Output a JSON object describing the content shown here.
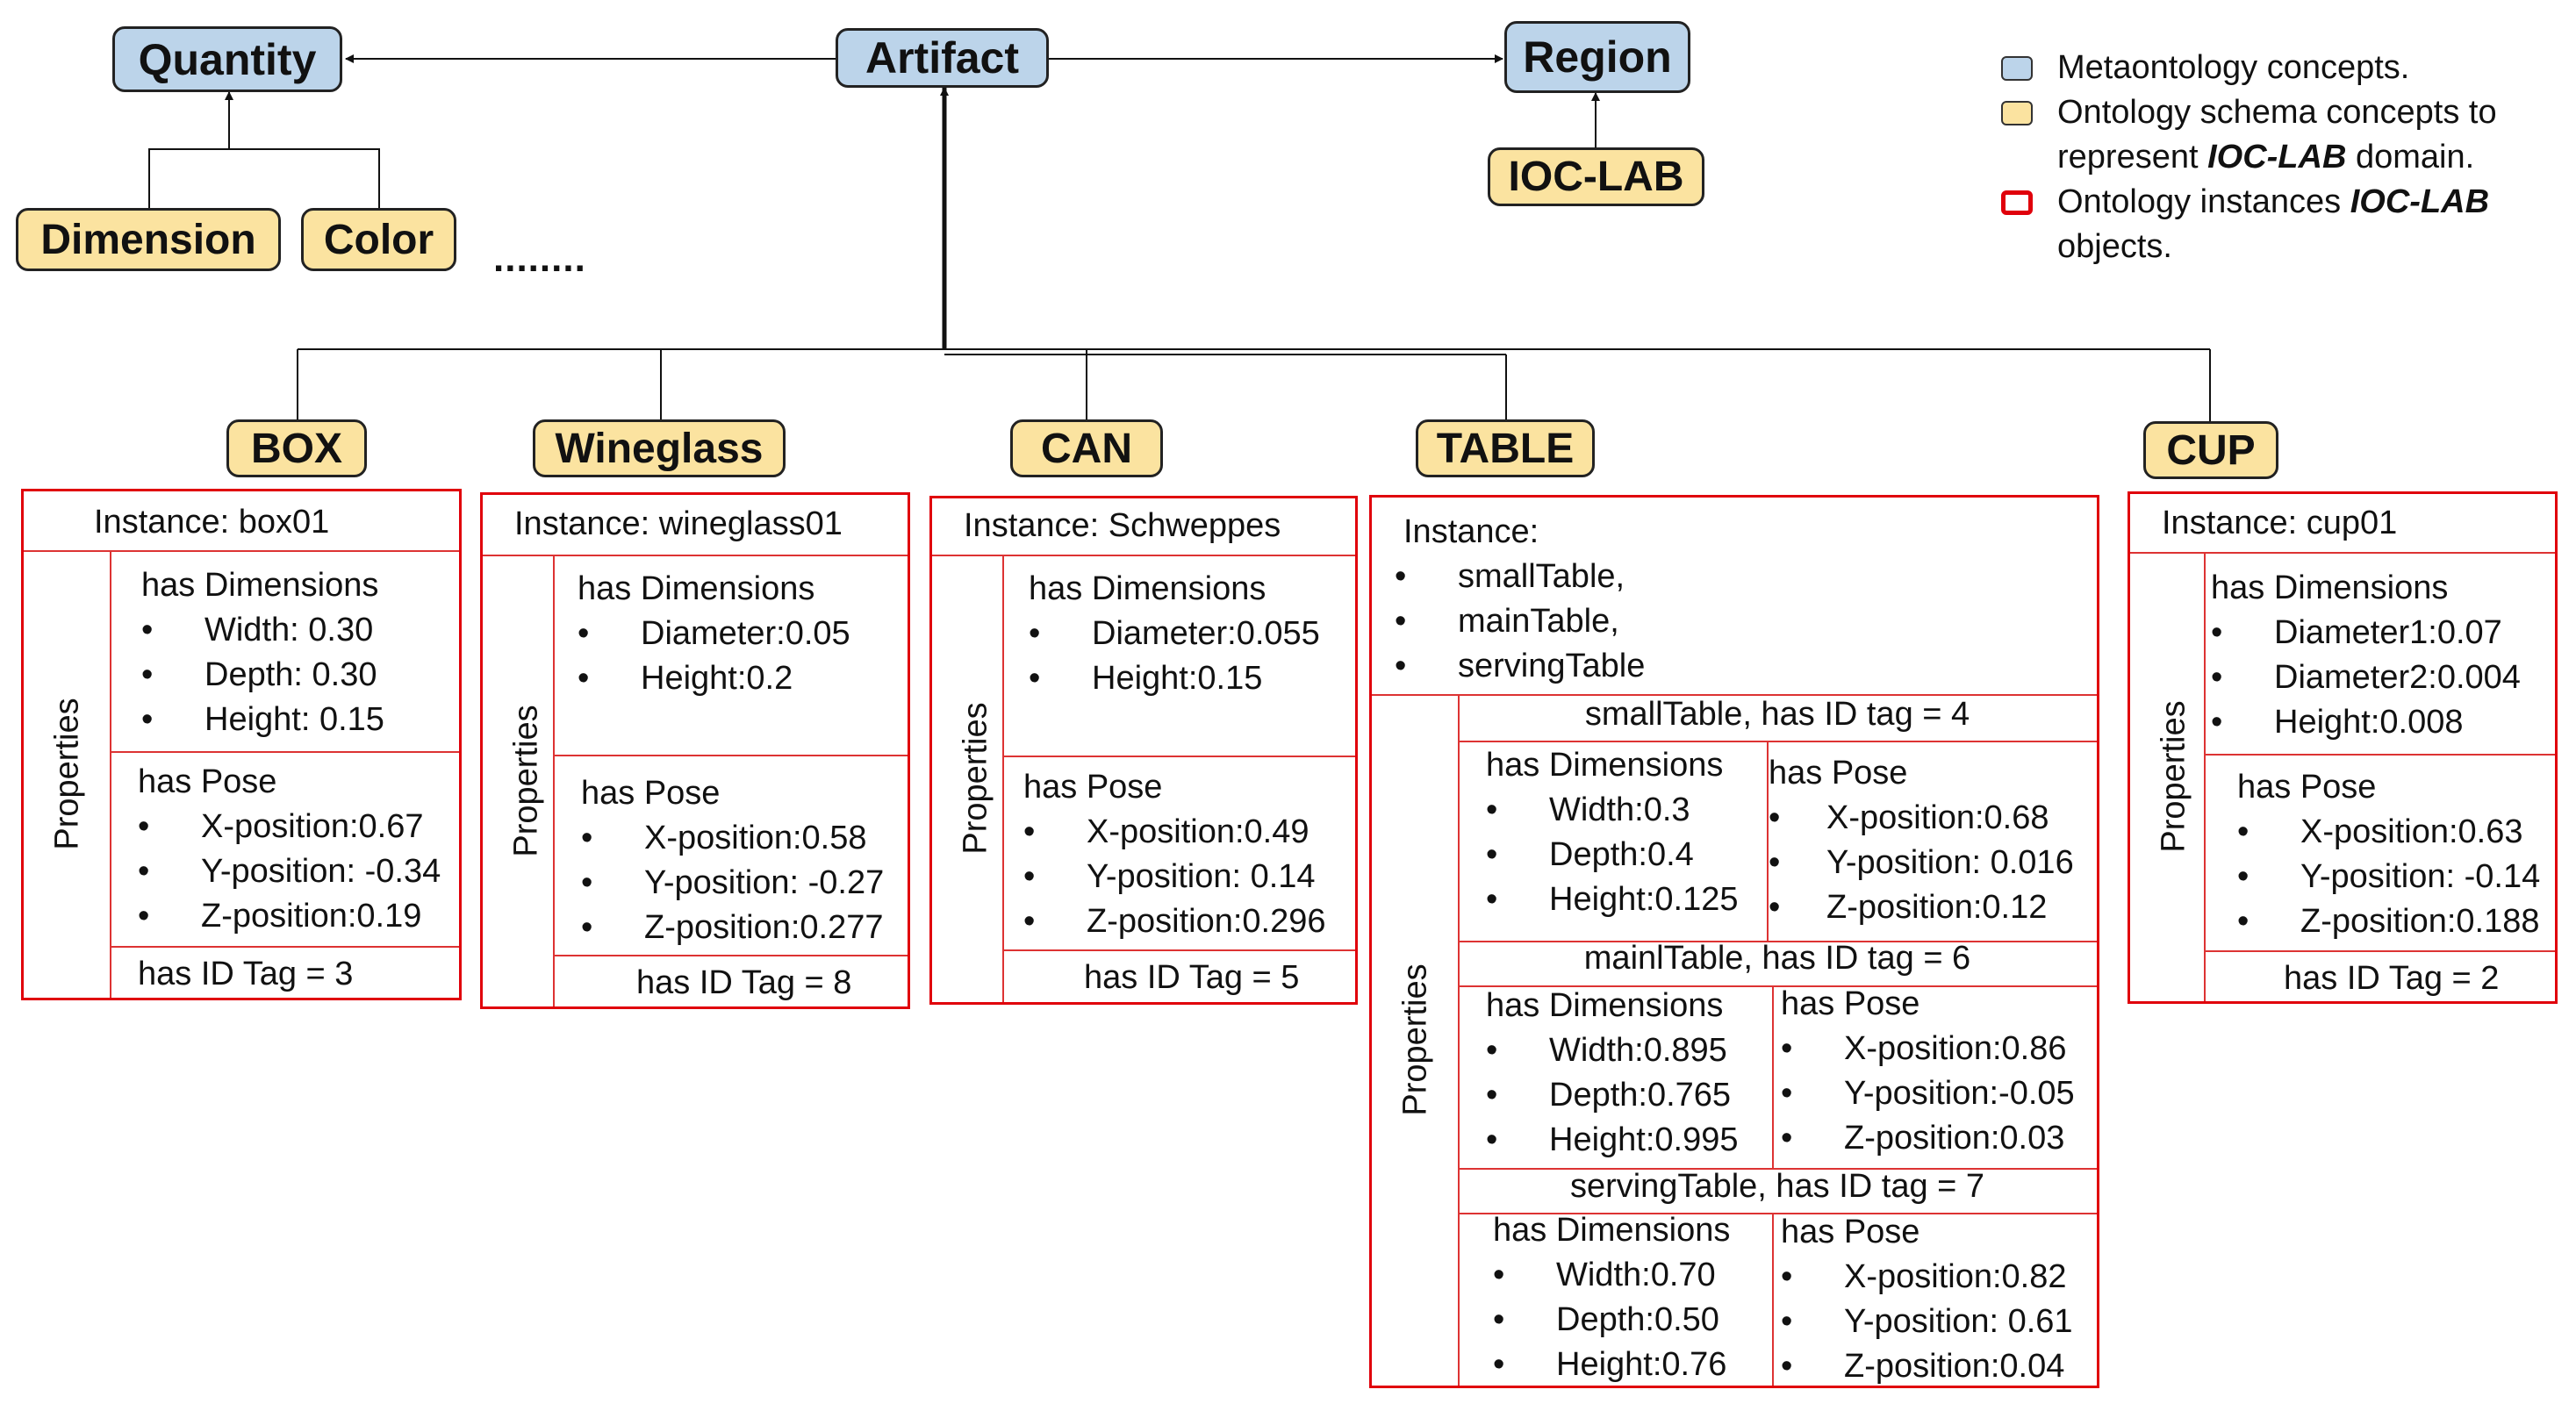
{
  "meta_nodes": {
    "quantity": "Quantity",
    "artifact": "Artifact",
    "region": "Region"
  },
  "schema_nodes": {
    "dimension": "Dimension",
    "color": "Color",
    "ioc_lab": "IOC-LAB",
    "box": "BOX",
    "wineglass": "Wineglass",
    "can": "CAN",
    "table": "TABLE",
    "cup": "CUP"
  },
  "ellipsis": "........",
  "legend": {
    "meta": "Metaontology concepts.",
    "schema_line1": "Ontology schema concepts to",
    "schema_line2_pre": "represent ",
    "schema_line2_em": "IOC-LAB",
    "schema_line2_post": " domain.",
    "inst_line1_pre": "Ontology instances ",
    "inst_line1_em": "IOC-LAB",
    "inst_line2": "objects."
  },
  "properties_label": "Properties",
  "box": {
    "instance": "Instance: box01",
    "dims_title": "has Dimensions",
    "dims": [
      "Width: 0.30",
      "Depth: 0.30",
      "Height: 0.15"
    ],
    "pose_title": "has Pose",
    "pose": [
      "X-position:0.67",
      "Y-position: -0.34",
      "Z-position:0.19"
    ],
    "id_tag": "has ID Tag = 3"
  },
  "wineglass": {
    "instance": "Instance: wineglass01",
    "dims_title": "has Dimensions",
    "dims": [
      "Diameter:0.05",
      "Height:0.2"
    ],
    "pose_title": "has Pose",
    "pose": [
      "X-position:0.58",
      "Y-position: -0.27",
      "Z-position:0.277"
    ],
    "id_tag": "has ID Tag = 8"
  },
  "can": {
    "instance": "Instance: Schweppes",
    "dims_title": "has Dimensions",
    "dims": [
      "Diameter:0.055",
      "Height:0.15"
    ],
    "pose_title": "has Pose",
    "pose": [
      "X-position:0.49",
      "Y-position: 0.14",
      "Z-position:0.296"
    ],
    "id_tag": "has ID Tag = 5"
  },
  "cup": {
    "instance": "Instance: cup01",
    "dims_title": "has Dimensions",
    "dims": [
      "Diameter1:0.07",
      "Diameter2:0.004",
      "Height:0.008"
    ],
    "pose_title": "has Pose",
    "pose": [
      "X-position:0.63",
      "Y-position: -0.14",
      "Z-position:0.188"
    ],
    "id_tag": "has ID Tag = 2"
  },
  "table": {
    "instance": "Instance:",
    "instances": [
      "smallTable,",
      "mainTable,",
      "servingTable"
    ],
    "small": {
      "header": "smallTable, has ID tag = 4",
      "dims_title": "has Dimensions",
      "dims": [
        "Width:0.3",
        "Depth:0.4",
        "Height:0.125"
      ],
      "pose_title": "has Pose",
      "pose": [
        "X-position:0.68",
        "Y-position: 0.016",
        "Z-position:0.12"
      ]
    },
    "main": {
      "header": "mainlTable, has ID tag = 6",
      "dims_title": "has Dimensions",
      "dims": [
        "Width:0.895",
        "Depth:0.765",
        "Height:0.995"
      ],
      "pose_title": "has Pose",
      "pose": [
        "X-position:0.86",
        "Y-position:-0.05",
        "Z-position:0.03"
      ]
    },
    "serving": {
      "header": "servingTable, has ID tag = 7",
      "dims_title": "has Dimensions",
      "dims": [
        "Width:0.70",
        "Depth:0.50",
        "Height:0.76"
      ],
      "pose_title": "has Pose",
      "pose": [
        "X-position:0.82",
        "Y-position: 0.61",
        "Z-position:0.04"
      ]
    }
  }
}
